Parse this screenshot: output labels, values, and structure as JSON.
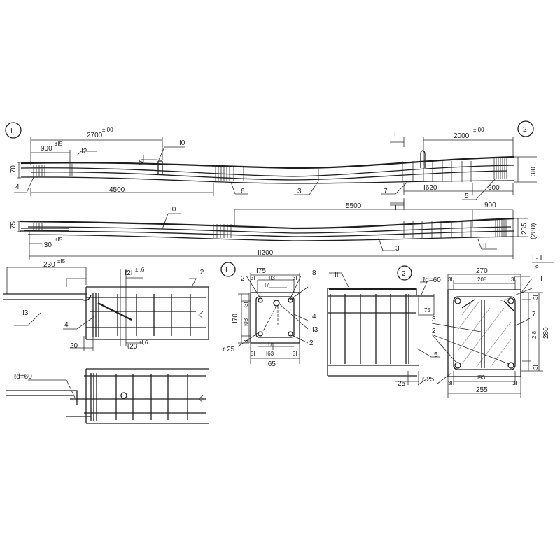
{
  "beam_top": {
    "callout_1": "I",
    "callout_2": "2",
    "dim_2700": "2700",
    "tol_2700": "±I00",
    "dim_900_left": "900",
    "tol_900": "±I5",
    "mark_12": "I2",
    "mark_10": "I0",
    "dim_55": "55",
    "dim_170": "I70",
    "mark_4": "4",
    "dim_4500": "4500",
    "mark_6": "6",
    "mark_3": "3",
    "section_mark": "I",
    "mark_7": "7",
    "dim_1620": "I620",
    "dim_900_right": "900",
    "mark_5": "5",
    "dim_2000": "2000",
    "tol_2000": "±I00",
    "dim_310": "3I0"
  },
  "beam_bottom": {
    "dim_175": "I75",
    "mark_10": "I0",
    "dim_130": "I30",
    "tol_130": "±I5",
    "dim_11200": "II200",
    "dim_5500": "5500",
    "dim_900": "900",
    "mark_3": "3",
    "mark_11": "II",
    "dim_235": "235",
    "dim_280": "(280)",
    "section_mark": "I"
  },
  "detail_1": {
    "dim_230": "230",
    "tol_230": "±I5",
    "mark_13": "I3",
    "mark_4": "4",
    "dim_20": "20",
    "dim_l21": "ℓ2I",
    "tol_l21": "±I,6",
    "mark_12": "I2",
    "dim_l23": "ℓ23",
    "tol_l23": "±I,6",
    "dim_ld60": "ℓd=60"
  },
  "section_1": {
    "callout": "I",
    "dim_175": "I75",
    "dim_31a": "3I",
    "dim_113": "II3",
    "dim_31b": "3I",
    "dim_17a": "I7",
    "mark_2a": "2",
    "mark_8": "8",
    "mark_1": "I",
    "mark_4": "4",
    "mark_13": "I3",
    "mark_2b": "2",
    "dim_170": "I70",
    "dim_31c": "3I",
    "dim_108": "I08",
    "dim_31d": "3I",
    "dim_r25": "r 25",
    "dim_17b": "I7",
    "dim_163": "I63",
    "dim_31e": "3I",
    "dim_31f": "3I",
    "dim_165": "I65"
  },
  "detail_2": {
    "callout": "2",
    "mark_11": "II",
    "dim_ld60": "ℓd=60",
    "dim_75": "75",
    "mark_5": "5",
    "dim_25": "25",
    "dim_r25": "r 25"
  },
  "section_I_I": {
    "title": "I - I",
    "dim_270": "270",
    "dim_31a": "3I",
    "dim_208": "208",
    "dim_31b": "3I",
    "mark_9": "9",
    "mark_1": "I",
    "dim_31c": "3I",
    "mark_7": "7",
    "mark_3": "3",
    "mark_2": "2",
    "dim_218": "2I8",
    "dim_280": "280",
    "dim_31d": "3I",
    "dim_31e": "3I",
    "dim_193": "I93",
    "dim_31f": "3I",
    "dim_255": "255"
  }
}
